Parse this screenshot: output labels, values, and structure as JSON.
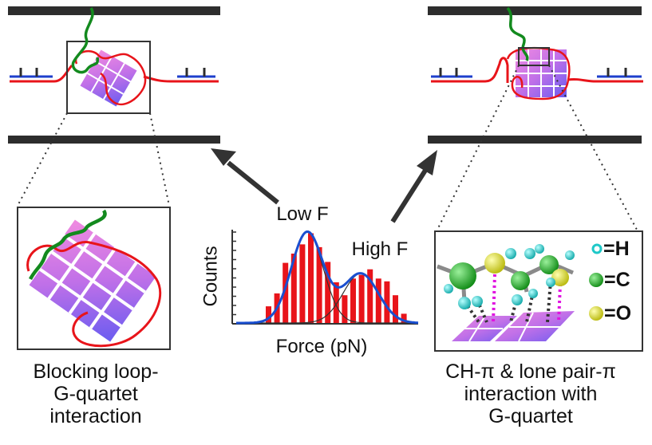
{
  "labels": {
    "low_f": "Low F",
    "high_f": "High F",
    "counts": "Counts",
    "force_pn": "Force (pN)",
    "left_caption": [
      "Blocking loop-",
      "G-quartet",
      "interaction"
    ],
    "right_caption": [
      "CH-π & lone pair-π",
      "interaction with",
      "G-quartet"
    ]
  },
  "legend": [
    {
      "symbol": "=H",
      "color": "#1ec8c8"
    },
    {
      "symbol": "=C",
      "color": "#1fae1f"
    },
    {
      "symbol": "=O",
      "color": "#d8d820"
    }
  ],
  "colors": {
    "wall": "#2d2d2d",
    "red_strand": "#e8141a",
    "green_loop": "#138a1e",
    "blue_strand": "#1e3fcc",
    "quartet_pink": "#e07ad8",
    "quartet_purple": "#8f55e6",
    "histogram_bar": "#e8141a",
    "fit_curve": "#1a4fd0"
  },
  "chart_data": {
    "type": "bar",
    "xlabel": "Force (pN)",
    "ylabel": "Counts",
    "values": [
      0.18,
      0.32,
      0.65,
      0.75,
      0.85,
      0.97,
      0.82,
      0.66,
      0.44,
      0.3,
      0.48,
      0.52,
      0.58,
      0.48,
      0.45,
      0.3,
      0.1
    ],
    "ylim": [
      0,
      1
    ],
    "grid": false,
    "annotations": [
      "Low F",
      "High F"
    ]
  }
}
